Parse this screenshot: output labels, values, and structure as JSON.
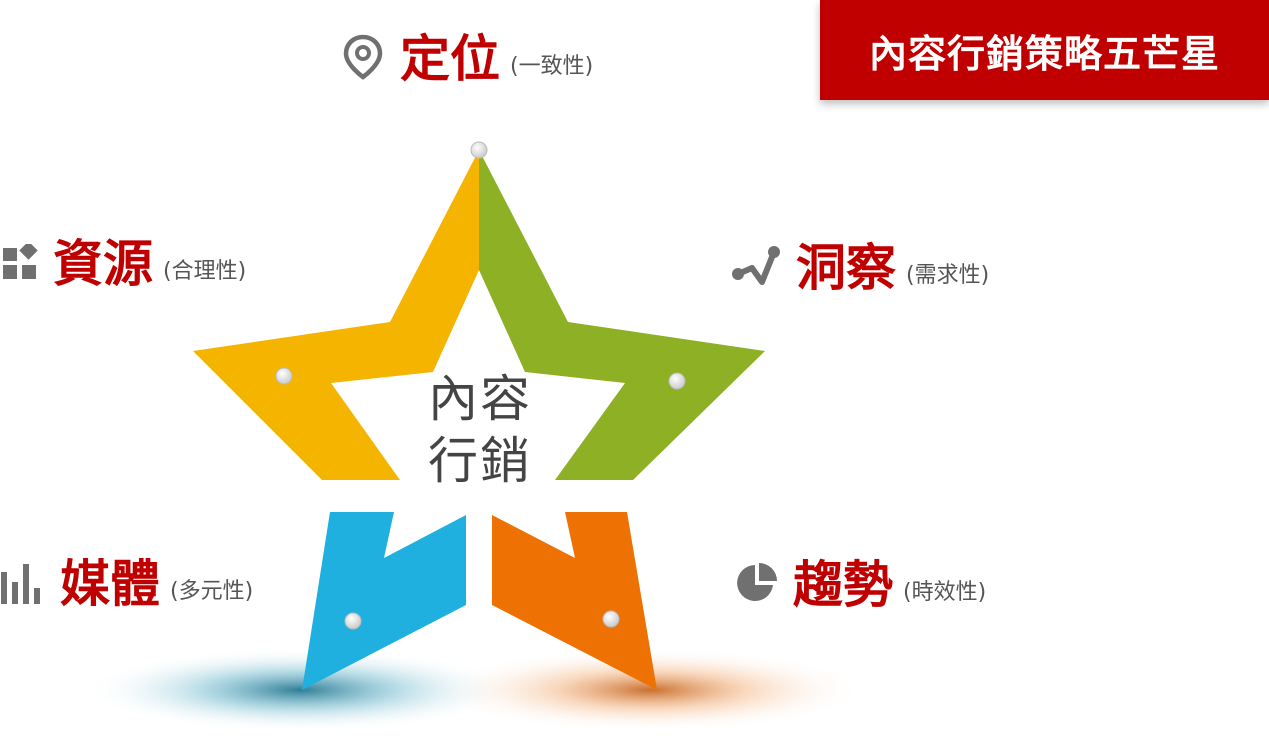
{
  "title": "內容行銷策略五芒星",
  "center": {
    "line1": "內容",
    "line2": "行銷"
  },
  "points": {
    "top": {
      "main": "定位",
      "sub": "(一致性)",
      "icon": "location-pin-icon"
    },
    "upper_left": {
      "main": "資源",
      "sub": "(合理性)",
      "icon": "grid-squares-icon"
    },
    "upper_right": {
      "main": "洞察",
      "sub": "(需求性)",
      "icon": "line-graph-icon"
    },
    "lower_left": {
      "main": "媒體",
      "sub": "(多元性)",
      "icon": "bar-chart-icon"
    },
    "lower_right": {
      "main": "趨勢",
      "sub": "(時效性)",
      "icon": "pie-chart-icon"
    }
  },
  "colors": {
    "accent_red": "#c00000",
    "title_bg": "#c00000",
    "arm_yellow": "#f5b400",
    "arm_green": "#8db024",
    "arm_blue": "#1fb0df",
    "arm_orange": "#ee7203",
    "icon_gray": "#707070"
  }
}
